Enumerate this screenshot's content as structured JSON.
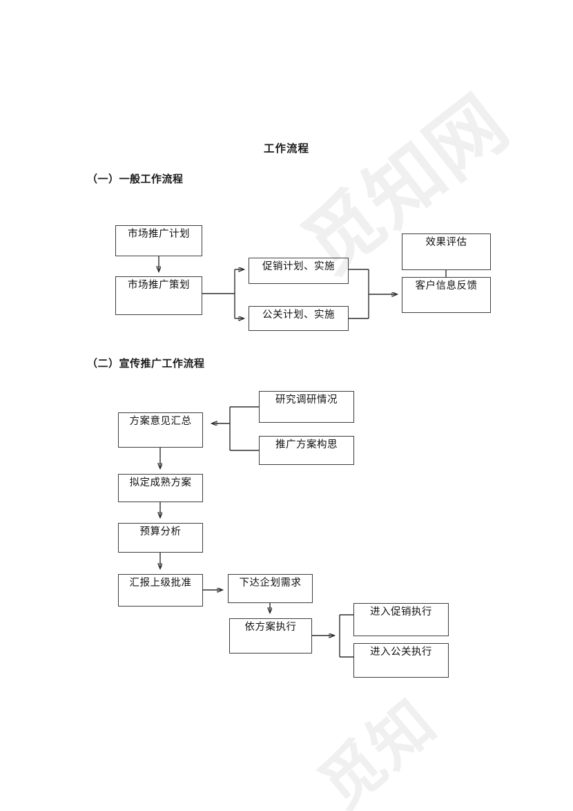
{
  "document": {
    "title": "工作流程",
    "watermark_main": "觅知网",
    "watermark_bottom": "觅知"
  },
  "sections": [
    {
      "heading": "（一）一般工作流程",
      "nodes": [
        {
          "id": "n1",
          "label": "市场推广计划"
        },
        {
          "id": "n2",
          "label": "市场推广策划"
        },
        {
          "id": "n3",
          "label": "促销计划、实施"
        },
        {
          "id": "n4",
          "label": "公关计划、实施"
        },
        {
          "id": "n5",
          "label": "效果评估"
        },
        {
          "id": "n6",
          "label": "客户信息反馈"
        }
      ]
    },
    {
      "heading": "（二）宣传推广工作流程",
      "nodes": [
        {
          "id": "m1",
          "label": "研究调研情况"
        },
        {
          "id": "m2",
          "label": "推广方案构思"
        },
        {
          "id": "m3",
          "label": "方案意见汇总"
        },
        {
          "id": "m4",
          "label": "拟定成熟方案"
        },
        {
          "id": "m5",
          "label": "预算分析"
        },
        {
          "id": "m6",
          "label": "汇报上级批准"
        },
        {
          "id": "m7",
          "label": "下达企划需求"
        },
        {
          "id": "m8",
          "label": "依方案执行"
        },
        {
          "id": "m9",
          "label": "进入促销执行"
        },
        {
          "id": "m10",
          "label": "进入公关执行"
        }
      ]
    }
  ],
  "colors": {
    "box_border": "#3b3b3b",
    "edge": "#2b2b2b",
    "text": "#111111",
    "watermark": "#f0f0f0",
    "page_background": "#ffffff"
  }
}
